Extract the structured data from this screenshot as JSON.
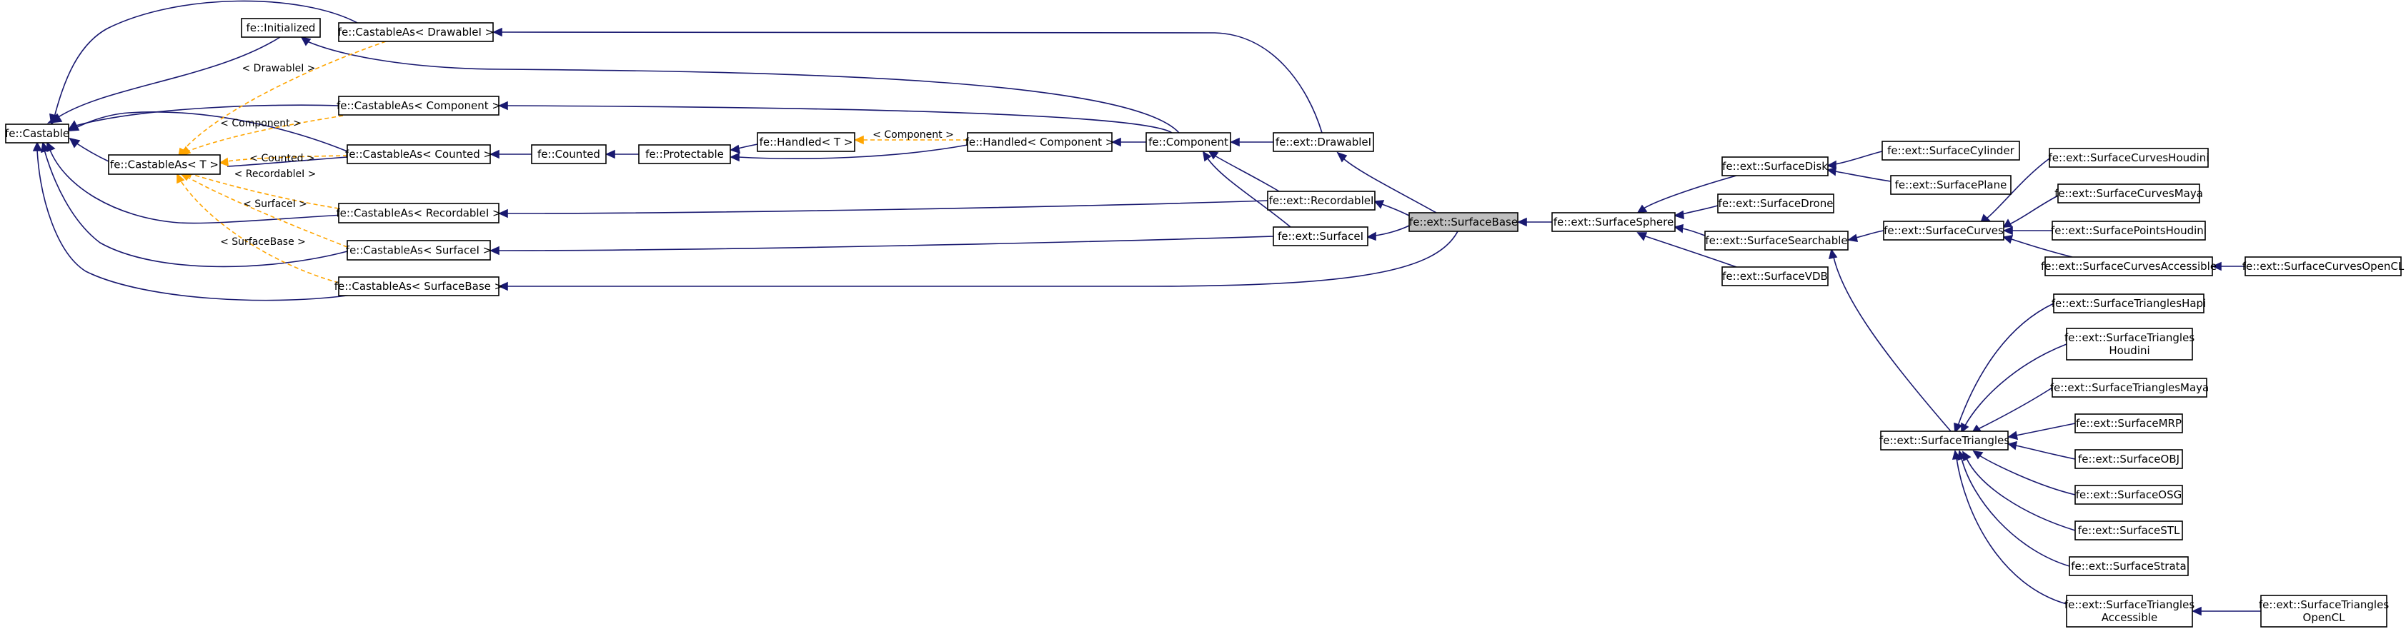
{
  "nodes": {
    "castable": [
      "fe::Castable"
    ],
    "initialized": [
      "fe::Initialized"
    ],
    "castable_as_t": [
      "fe::CastableAs< T >"
    ],
    "castable_as_drawablei": [
      "fe::CastableAs< DrawableI >"
    ],
    "castable_as_component": [
      "fe::CastableAs< Component >"
    ],
    "castable_as_counted": [
      "fe::CastableAs< Counted >"
    ],
    "castable_as_recordablei": [
      "fe::CastableAs< RecordableI >"
    ],
    "castable_as_surfacei": [
      "fe::CastableAs< SurfaceI >"
    ],
    "castable_as_surfacebase": [
      "fe::CastableAs< SurfaceBase >"
    ],
    "counted": [
      "fe::Counted"
    ],
    "protectable": [
      "fe::Protectable"
    ],
    "handled_t": [
      "fe::Handled< T >"
    ],
    "handled_component": [
      "fe::Handled< Component >"
    ],
    "component": [
      "fe::Component"
    ],
    "drawablei": [
      "fe::ext::DrawableI"
    ],
    "recordablei": [
      "fe::ext::RecordableI"
    ],
    "surfacei": [
      "fe::ext::SurfaceI"
    ],
    "surfacebase": [
      "fe::ext::SurfaceBase"
    ],
    "surfacesphere": [
      "fe::ext::SurfaceSphere"
    ],
    "surfacedisk": [
      "fe::ext::SurfaceDisk"
    ],
    "surfacedrone": [
      "fe::ext::SurfaceDrone"
    ],
    "surfacesearchable": [
      "fe::ext::SurfaceSearchable"
    ],
    "surfacevdb": [
      "fe::ext::SurfaceVDB"
    ],
    "surfacecylinder": [
      "fe::ext::SurfaceCylinder"
    ],
    "surfaceplane": [
      "fe::ext::SurfacePlane"
    ],
    "surfacecurves": [
      "fe::ext::SurfaceCurves"
    ],
    "surfacetriangles": [
      "fe::ext::SurfaceTriangles"
    ],
    "surfacecurveshoudini": [
      "fe::ext::SurfaceCurvesHoudini"
    ],
    "surfacecurvesmaya": [
      "fe::ext::SurfaceCurvesMaya"
    ],
    "surfacepointshoudini": [
      "fe::ext::SurfacePointsHoudini"
    ],
    "surfacecurvesaccessible": [
      "fe::ext::SurfaceCurvesAccessible"
    ],
    "surfacecurvesopencl": [
      "fe::ext::SurfaceCurvesOpenCL"
    ],
    "surfacetriangleshapi": [
      "fe::ext::SurfaceTrianglesHapi"
    ],
    "surfacetriangleshoudini": [
      "fe::ext::SurfaceTriangles",
      "Houdini"
    ],
    "surfacetrianglesmaya": [
      "fe::ext::SurfaceTrianglesMaya"
    ],
    "surfacemrp": [
      "fe::ext::SurfaceMRP"
    ],
    "surfaceobj": [
      "fe::ext::SurfaceOBJ"
    ],
    "surfaceosg": [
      "fe::ext::SurfaceOSG"
    ],
    "surfacestl": [
      "fe::ext::SurfaceSTL"
    ],
    "surfacestrata": [
      "fe::ext::SurfaceStrata"
    ],
    "surfacetrianglesaccessible": [
      "fe::ext::SurfaceTriangles",
      "Accessible"
    ],
    "surfacetrianglesopencl": [
      "fe::ext::SurfaceTriangles",
      "OpenCL"
    ]
  },
  "template_labels": {
    "drawablei": "< DrawableI >",
    "component": "< Component >",
    "counted": "< Counted >",
    "recordablei": "< RecordableI >",
    "surfacei": "< SurfaceI >",
    "surfacebase": "< SurfaceBase >",
    "handled_component": "< Component >"
  },
  "colors": {
    "inheritance_edge": "#191970",
    "template_edge": "#ffa500",
    "highlight_fill": "#bfbfbf"
  }
}
